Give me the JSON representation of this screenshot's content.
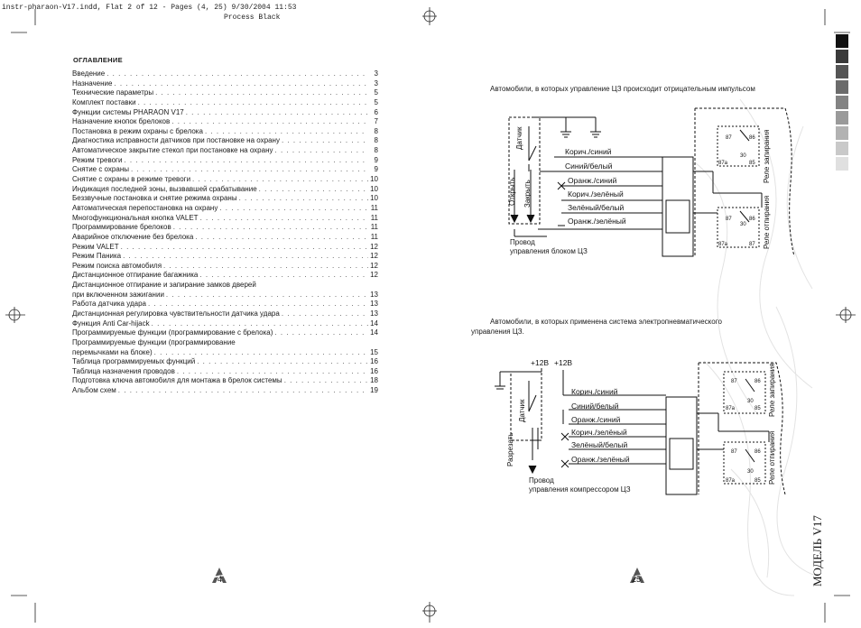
{
  "header": {
    "line1": "instr-pharaon-V17.indd, Flat 2 of 12 - Pages (4, 25) 9/30/2004 11:53",
    "line2": "Process Black"
  },
  "toc": {
    "title": "ОГЛАВЛЕНИЕ",
    "items": [
      {
        "text": "Введение",
        "page": "3"
      },
      {
        "text": "Назначение",
        "page": "3"
      },
      {
        "text": "Технические параметры",
        "page": "5"
      },
      {
        "text": "Комплект поставки",
        "page": "5"
      },
      {
        "text": "Функции системы PHARAON V17",
        "page": "6"
      },
      {
        "text": "Назначение кнопок брелоков",
        "page": "7"
      },
      {
        "text": "Постановка в режим охраны с брелока",
        "page": "8"
      },
      {
        "text": "Диагностика исправности датчиков при постановке на охрану",
        "page": "8"
      },
      {
        "text": "Автоматическое закрытие стекол при постановке на охрану",
        "page": "8"
      },
      {
        "text": "Режим тревоги",
        "page": "9"
      },
      {
        "text": "Снятие с охраны",
        "page": "9"
      },
      {
        "text": "Снятие с охраны в режиме тревоги",
        "page": "10"
      },
      {
        "text": "Индикация последней зоны, вызвавшей срабатывание",
        "page": "10"
      },
      {
        "text": "Беззвучные постановка и снятие режима охраны",
        "page": "10"
      },
      {
        "text": "Автоматическая перепостановка на охрану",
        "page": "11"
      },
      {
        "text": "Многофункциональная кнопка VALET",
        "page": "11"
      },
      {
        "text": "Программирование брелоков",
        "page": "11"
      },
      {
        "text": "Аварийное отключение без брелока",
        "page": "11"
      },
      {
        "text": "Режим VALET",
        "page": "12"
      },
      {
        "text": "Режим Паника",
        "page": "12"
      },
      {
        "text": "Режим поиска автомобиля",
        "page": "12"
      },
      {
        "text": "Дистанционное отпирание багажника",
        "page": "12"
      },
      {
        "text": "Дистанционное отпирание и запирание замков дверей",
        "page": ""
      },
      {
        "text": "при включенном зажигании",
        "page": "13"
      },
      {
        "text": "Работа датчика удара",
        "page": "13"
      },
      {
        "text": "Дистанционная регулировка чувствительности датчика удара",
        "page": "13"
      },
      {
        "text": "Функция Anti Car-hijack",
        "page": "14"
      },
      {
        "text": "Программируемые функции (программирование с брелока)",
        "page": "14"
      },
      {
        "text": "Программируемые функции (программирование",
        "page": ""
      },
      {
        "text": "перемычками на блоке)",
        "page": "15"
      },
      {
        "text": "Таблица программируемых функций",
        "page": "16"
      },
      {
        "text": "Таблица назначения проводов",
        "page": "16"
      },
      {
        "text": "Подготовка ключа автомобиля для монтажа в брелок системы",
        "page": "18"
      },
      {
        "text": "Альбом схем",
        "page": "19"
      }
    ],
    "page_number": "4"
  },
  "diagram1": {
    "caption": "Автомобили, в которых управление ЦЗ происходит отрицательным импульсом",
    "sensor": "Датчик",
    "open": "Открыть",
    "close": "Закрыть",
    "wires": [
      "Корич./синий",
      "Синий/белый",
      "Оранж./синий",
      "Корич./зелёный",
      "Зелёный/белый",
      "Оранж./зелёный"
    ],
    "bottom1": "Провод",
    "bottom2": "управления блоком ЦЗ",
    "relay_lock": "Реле запирания",
    "relay_unlock": "Реле отпирания",
    "pins": [
      "87",
      "86",
      "30",
      "85",
      "87a"
    ]
  },
  "diagram2": {
    "caption1": "Автомобили, в которых применена система электропневматического",
    "caption2": "управления ЦЗ.",
    "plus1": "+12В",
    "plus2": "+12В",
    "sensor": "Датчик",
    "cut": "Разрезать",
    "wires": [
      "Корич./синий",
      "Синий/белый",
      "Оранж./синий",
      "Корич./зелёный",
      "Зелёный/белый",
      "Оранж./зелёный"
    ],
    "bottom1": "Провод",
    "bottom2": "управления компрессором ЦЗ",
    "relay_lock": "Реле запирания",
    "relay_unlock": "Реле отпирания"
  },
  "right_page": {
    "page_number": "25",
    "brand": "МОДЕЛЬ V17"
  },
  "swatches": [
    "#111111",
    "#3a3a3a",
    "#555555",
    "#6b6b6b",
    "#838383",
    "#9a9a9a",
    "#b2b2b2",
    "#c9c9c9",
    "#e0e0e0"
  ]
}
